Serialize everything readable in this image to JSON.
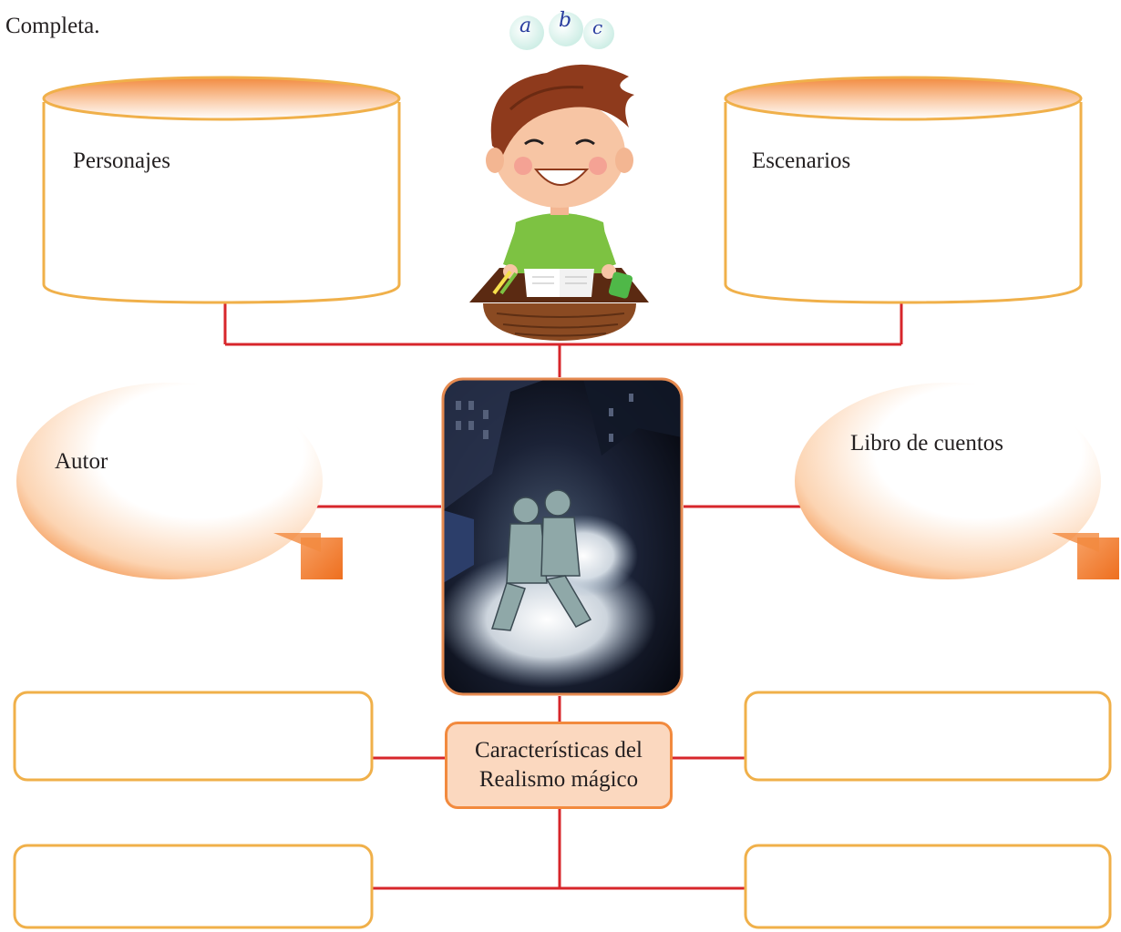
{
  "instruction": "Completa.",
  "bubble_letters": [
    "a",
    "b",
    "c"
  ],
  "nodes": {
    "personajes": "Personajes",
    "escenarios": "Escenarios",
    "autor": "Autor",
    "libro": "Libro de cuentos",
    "center_line1": "Características del",
    "center_line2": "Realismo mágico"
  },
  "colors": {
    "connector": "#d7262b",
    "orange": "#f28a3e",
    "orange_light": "#fbd8bf",
    "gold_border": "#f0b04a"
  },
  "illustrations": [
    "boy-at-desk",
    "book-cover-children-in-mist"
  ]
}
